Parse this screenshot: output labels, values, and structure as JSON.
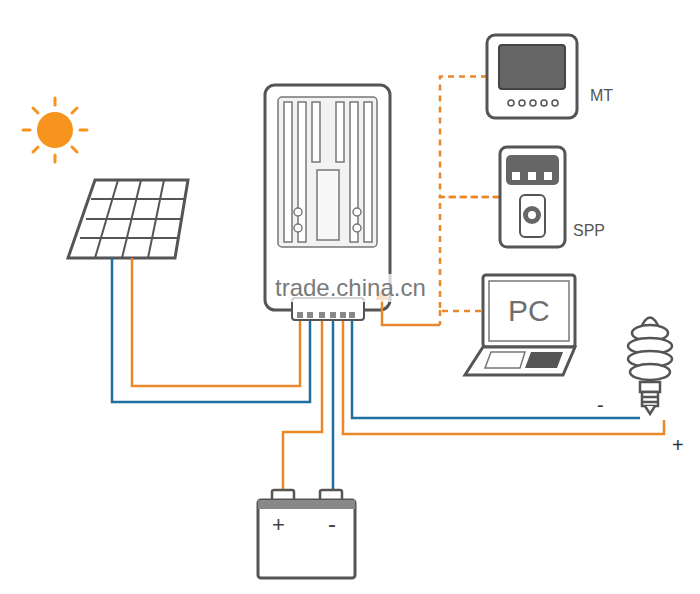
{
  "diagram": {
    "nodes": [
      {
        "text": [
          "MT"
        ]
      },
      {
        "text": [
          "SPP"
        ]
      },
      {
        "text": [
          "PC"
        ]
      },
      {
        "text": [
          "+",
          "-"
        ]
      }
    ],
    "edges": [
      {
        "from": 0,
        "to": 1,
        "arrow": "none"
      },
      {
        "from": 1,
        "to": 2,
        "arrow": "none"
      }
    ],
    "labels": [
      "trade.china.cn",
      "-",
      "+"
    ]
  }
}
